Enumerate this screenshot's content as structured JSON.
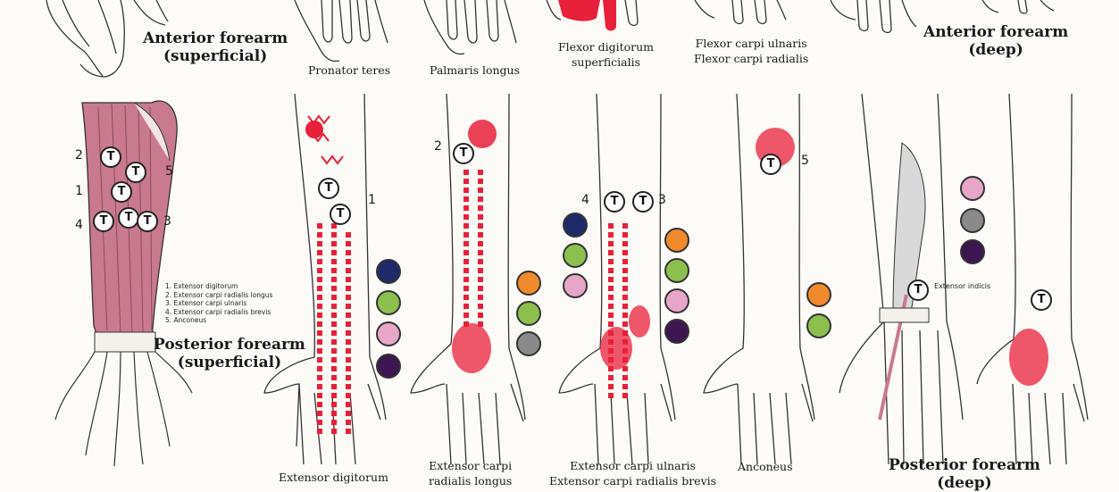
{
  "top_row": {
    "anterior_superficial": [
      "Anterior forearm",
      "(superficial)"
    ],
    "pronator_teres": "Pronator teres",
    "palmaris_longus": "Palmaris longus",
    "flexor_digitorum": [
      "Flexor digitorum",
      "superficialis"
    ],
    "flexor_carpi": [
      "Flexor carpi ulnaris",
      "Flexor carpi radialis"
    ],
    "anterior_deep": [
      "Anterior forearm",
      "(deep)"
    ]
  },
  "posterior_superficial": {
    "title": [
      "Posterior forearm",
      "(superficial)"
    ],
    "point_numbers": [
      "2",
      "1",
      "4",
      "5",
      "3"
    ],
    "legend": [
      "1. Extensor digitorum",
      "2. Extensor carpi radialis longus",
      "3. Extensor carpi ulnaris",
      "4. Extensor carpi radialis brevis",
      "5. Anconeus"
    ]
  },
  "trigger_symbol": "T",
  "panels": {
    "extensor_digitorum": {
      "label": "Extensor digitorum",
      "number": "1"
    },
    "extensor_carpi_radialis_longus": {
      "label": [
        "Extensor carpi",
        "radialis longus"
      ],
      "number": "2"
    },
    "extensor_carpi_ulnaris_brevis": {
      "label": [
        "Extensor carpi ulnaris",
        "Extensor carpi radialis brevis"
      ],
      "numbers": [
        "4",
        "3"
      ]
    },
    "anconeus": {
      "label": "Anconeus",
      "number": "5"
    },
    "posterior_deep": {
      "title": [
        "Posterior forearm",
        "(deep)"
      ],
      "extensor_indicis": "Extensor indicis"
    }
  },
  "colors": {
    "referral_red": "#e8203a",
    "muscle_pink": "#c97a8e",
    "navy": "#1f2a6b",
    "green": "#8cc04e",
    "pink": "#e7a6c8",
    "purple": "#3d1550",
    "orange": "#f08a2c",
    "gray": "#8a8a8a"
  }
}
